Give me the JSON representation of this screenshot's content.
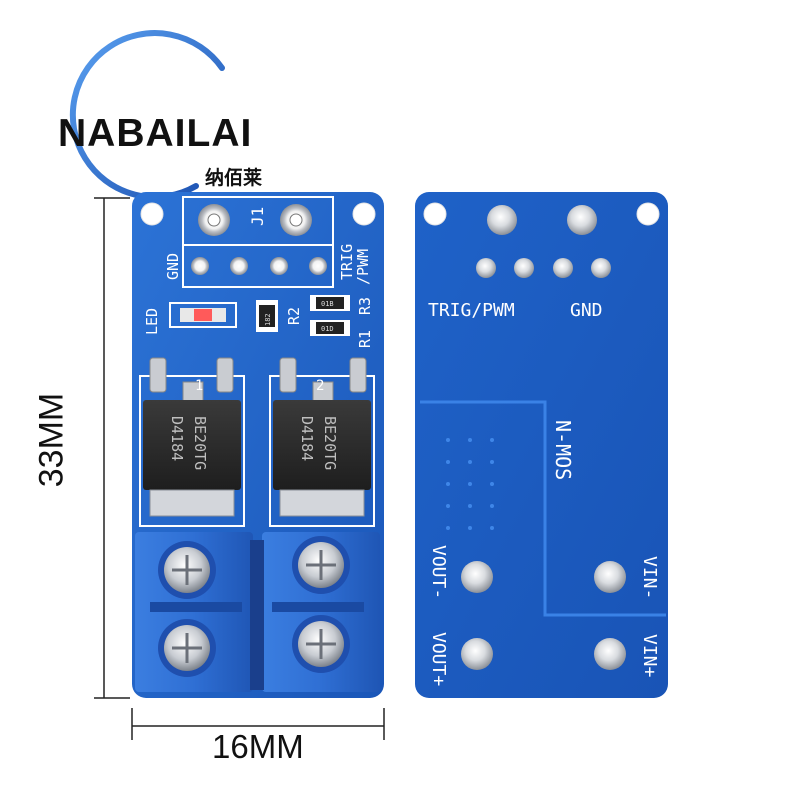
{
  "logo": {
    "brand": "NABAILAI",
    "brand_chinese": "纳佰莱"
  },
  "dimensions": {
    "height": "33MM",
    "width": "16MM"
  },
  "front_board": {
    "header_label": "J1",
    "gnd_label": "GND",
    "trig_label": "TRIG",
    "pwm_label": "/PWM",
    "led_label": "LED",
    "r1_label": "R1",
    "r2_label": "R2",
    "r3_label": "R3",
    "mosfet_1_marking_line1": "D4184",
    "mosfet_1_marking_line2": "BE20TG",
    "mosfet_2_marking_line1": "D4184",
    "mosfet_2_marking_line2": "BE20TG",
    "mosfet_1_index": "1",
    "mosfet_2_index": "2",
    "resistor_1_code": "182",
    "resistor_2_code": "01B",
    "resistor_3_code": "01D"
  },
  "back_board": {
    "trig_pwm_label": "TRIG/PWM",
    "gnd_label": "GND",
    "nmos_label": "N-MOS",
    "vout_minus_label": "VOUT-",
    "vout_plus_label": "VOUT+",
    "vin_minus_label": "VIN-",
    "vin_plus_label": "VIN+"
  },
  "colors": {
    "pcb_blue": "#1d5fc4",
    "pcb_light_blue": "#2f78dc",
    "terminal_blue": "#2d6fd8",
    "silkscreen": "#ffffff",
    "logo_arc": "#2a72d6"
  }
}
